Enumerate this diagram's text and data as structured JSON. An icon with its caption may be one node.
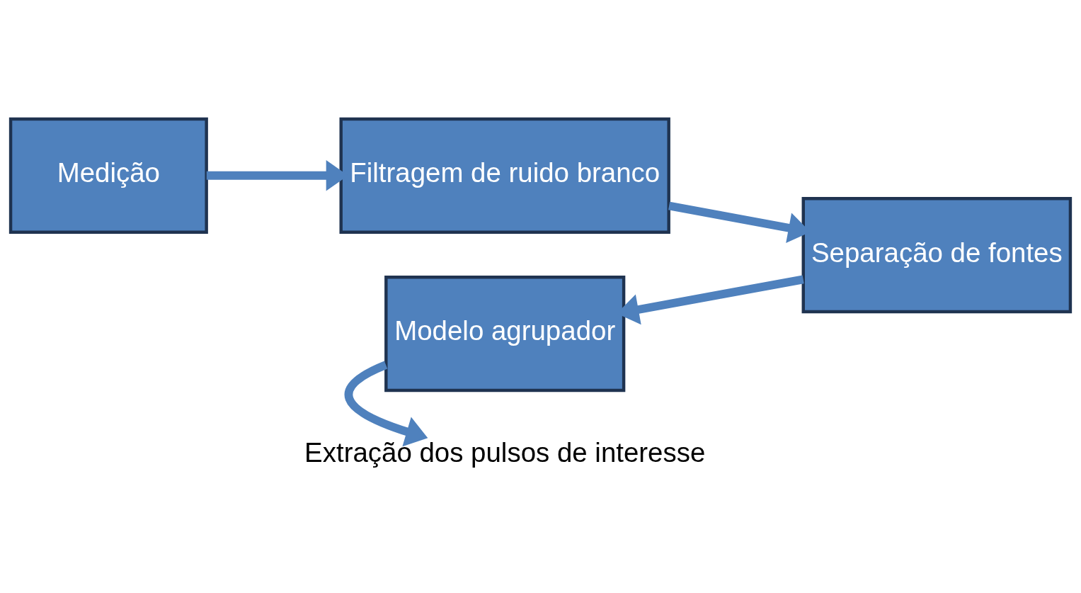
{
  "diagram": {
    "nodes": [
      {
        "text": [
          "Medição"
        ]
      },
      {
        "text": [
          "Filtragem de ruido branco"
        ]
      },
      {
        "text": [
          "Separação de fontes"
        ]
      },
      {
        "text": [
          "Modelo agrupador"
        ]
      },
      {
        "text": [
          "Extração dos pulsos de interesse"
        ]
      }
    ],
    "edges": [
      {
        "from": 0,
        "to": 1,
        "arrow": "to"
      },
      {
        "from": 1,
        "to": 2,
        "arrow": "to"
      },
      {
        "from": 2,
        "to": 3,
        "arrow": "to"
      },
      {
        "from": 3,
        "to": 4,
        "arrow": "to"
      }
    ]
  }
}
